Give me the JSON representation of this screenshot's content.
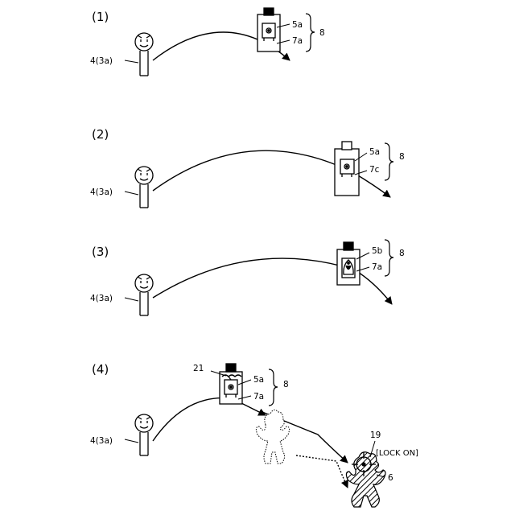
{
  "panels": [
    {
      "label": "(1)",
      "player_label": "4(3a)",
      "figure_ref_top": "5a",
      "figure_ref_bottom": "7a",
      "group_ref": "8"
    },
    {
      "label": "(2)",
      "player_label": "4(3a)",
      "figure_ref_top": "5a",
      "figure_ref_bottom": "7c",
      "group_ref": "8"
    },
    {
      "label": "(3)",
      "player_label": "4(3a)",
      "figure_ref_top": "5b",
      "figure_ref_bottom": "7a",
      "group_ref": "8"
    },
    {
      "label": "(4)",
      "player_label": "4(3a)",
      "figure_ref_top": "5a",
      "figure_ref_bottom": "7a",
      "group_ref": "8",
      "mechanism_ref": "21",
      "reticle_ref": "19",
      "target_ref": "6",
      "lock_on_text": "[LOCK ON]"
    }
  ]
}
